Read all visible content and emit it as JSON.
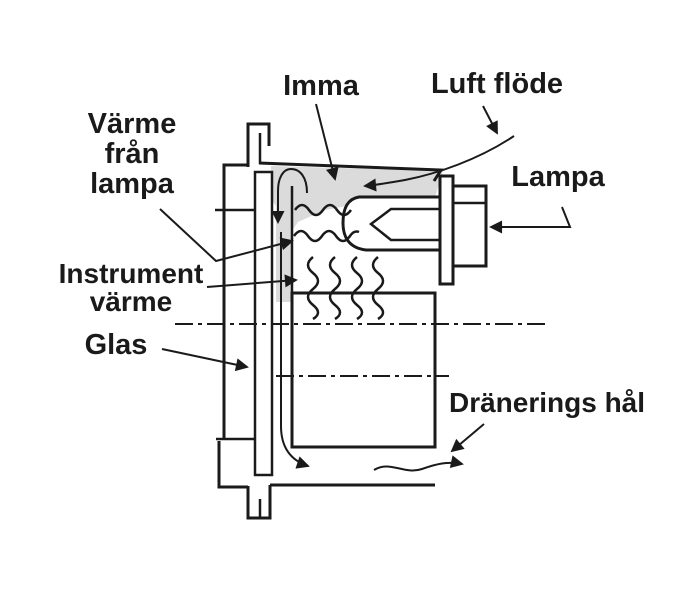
{
  "diagram": {
    "type": "instrument-condensation-cross-section",
    "labels": {
      "imma": "Imma",
      "luft_flode": "Luft flöde",
      "lampa": "Lampa",
      "varme_fran_lampa_line1": "Värme",
      "varme_fran_lampa_line2": "från",
      "varme_fran_lampa_line3": "lampa",
      "instrument_varme_line1": "Instrument",
      "instrument_varme_line2": "värme",
      "glas": "Glas",
      "dranerings_hal": "Dränerings hål"
    },
    "colors": {
      "line": "#1a1a1a",
      "condensation_fill": "#dbdbdb",
      "background": "#ffffff"
    }
  }
}
